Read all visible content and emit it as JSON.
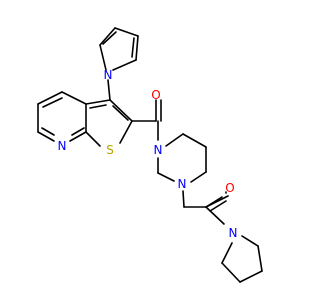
{
  "molecule": {
    "atoms": {
      "pyrrole_n": "N",
      "thiophene_s": "S",
      "pyridine_n": "N",
      "ketone_o1": "O",
      "piperazine_n1": "N",
      "piperazine_n4": "N",
      "ketone_o2": "O",
      "pyrrolidine_n": "N"
    }
  },
  "colors": {
    "bond": "#000000",
    "nitrogen": "#0000ff",
    "oxygen": "#ff0000",
    "sulfur": "#b8a400",
    "background": "#ffffff"
  }
}
